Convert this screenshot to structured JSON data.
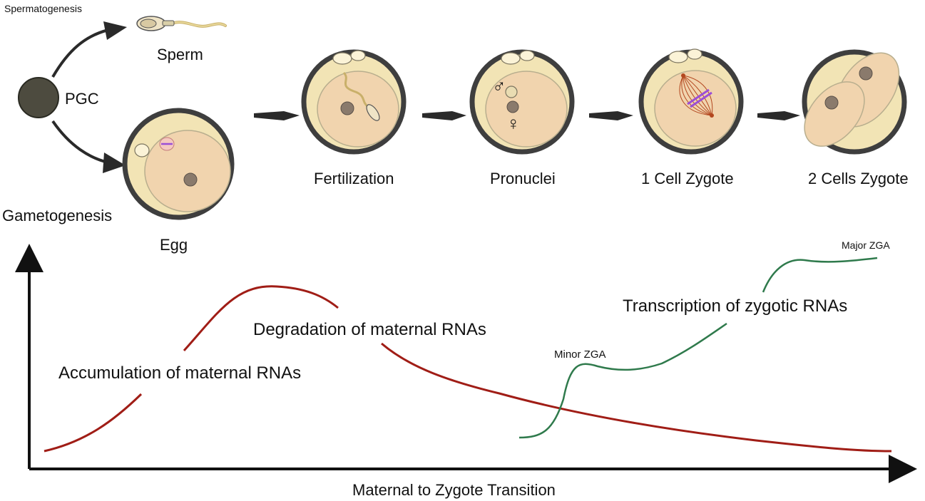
{
  "labels": {
    "spermatogenesis": "Spermatogenesis",
    "sperm": "Sperm",
    "pgc": "PGC",
    "gametogenesis": "Gametogenesis",
    "egg": "Egg",
    "fertilization": "Fertilization",
    "pronuclei": "Pronuclei",
    "one_cell": "1 Cell Zygote",
    "two_cells": "2 Cells Zygote",
    "major_zga": "Major ZGA",
    "minor_zga": "Minor ZGA",
    "transcription": "Transcription of zygotic RNAs",
    "degradation": "Degradation of maternal RNAs",
    "accumulation": "Accumulation of maternal RNAs",
    "x_axis": "Maternal to Zygote Transition"
  },
  "symbols": {
    "male": "♂",
    "female": "♀"
  },
  "colors": {
    "maternal_curve": "#a01d16",
    "zygotic_curve": "#2f7a4c",
    "zona": "#3e3e3e",
    "perivitelline": "#f2e4b5",
    "cytoplasm": "#f1d4ae",
    "nucleus": "#8a7a6c",
    "pgc": "#4d4b3f",
    "spindle": "#b3471f",
    "chromosome": "#9b4fd6"
  }
}
